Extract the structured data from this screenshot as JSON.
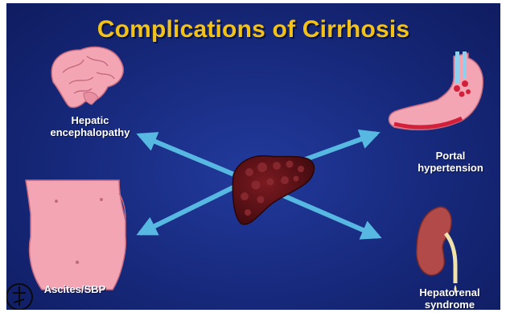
{
  "slide": {
    "title": "Complications of Cirrhosis",
    "center": {
      "organ": "cirrhotic-liver"
    },
    "complications": [
      {
        "id": "hepatic-encephalopathy",
        "label_lines": [
          "Hepatic",
          "encephalopathy"
        ],
        "organ": "brain"
      },
      {
        "id": "portal-hypertension",
        "label_lines": [
          "Portal",
          "hypertension"
        ],
        "organ": "stomach-esophagus"
      },
      {
        "id": "ascites-sbp",
        "label_lines": [
          "Ascites/SBP"
        ],
        "organ": "abdomen"
      },
      {
        "id": "hepatorenal-syndrome",
        "label_lines": [
          "Hepatorenal",
          "syndrome"
        ],
        "organ": "kidney"
      }
    ]
  },
  "colors": {
    "background": "#16287a",
    "title": "#f2c218",
    "arrow": "#57b9e2",
    "organ_pink": "#f3a5b4",
    "liver": "#5a0f14",
    "label": "#ffffff"
  }
}
